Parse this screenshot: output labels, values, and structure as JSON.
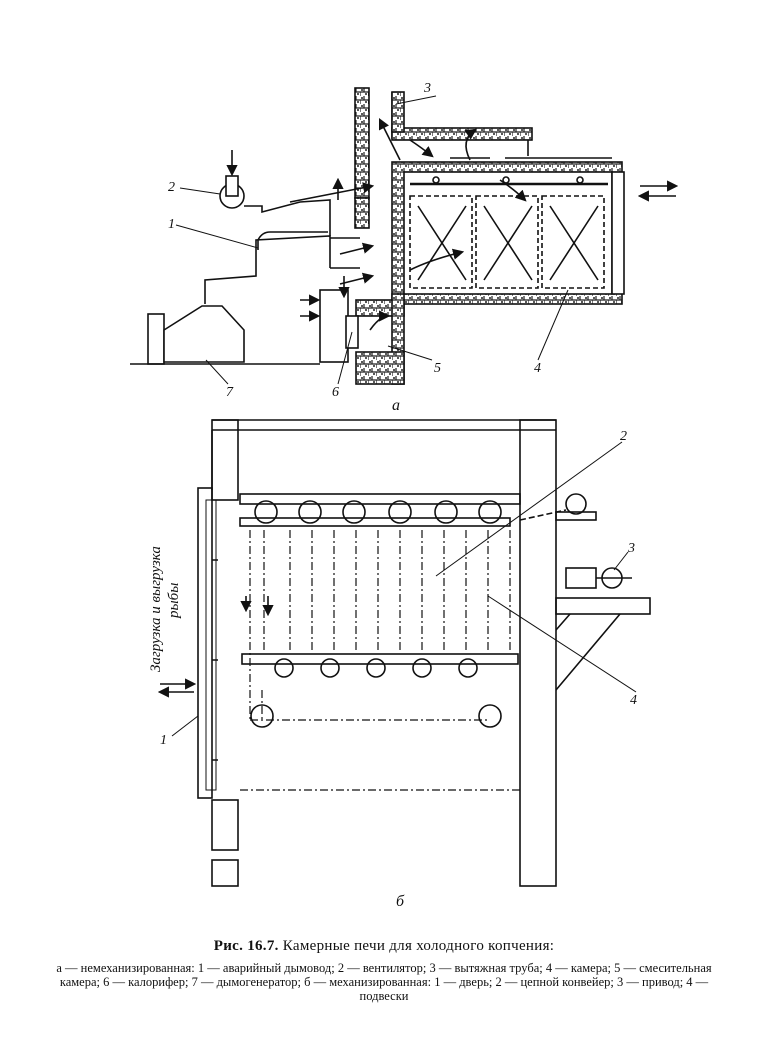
{
  "diagram": {
    "part_a": {
      "sublabel": "а",
      "callouts": {
        "n1": "1",
        "n2": "2",
        "n3": "3",
        "n4": "4",
        "n5": "5",
        "n6": "6",
        "n7": "7"
      }
    },
    "part_b": {
      "sublabel": "б",
      "side_text_line1": "Загрузка и выгрузка",
      "side_text_line2": "рыбы",
      "callouts": {
        "n1": "1",
        "n2": "2",
        "n3": "3",
        "n4": "4"
      }
    }
  },
  "caption": {
    "figure_number": "Рис. 16.7.",
    "title": "Камерные печи для холодного копчения:",
    "legend": "а — немеханизированная: 1 — аварийный дымовод; 2 — вентилятор; 3 — вытяжная труба; 4 — камера; 5 — смесительная камера; 6 — калорифер; 7 — дымогенератор; б — механизированная: 1 — дверь; 2 — цепной конвейер; 3 — привод; 4 — подвески"
  }
}
